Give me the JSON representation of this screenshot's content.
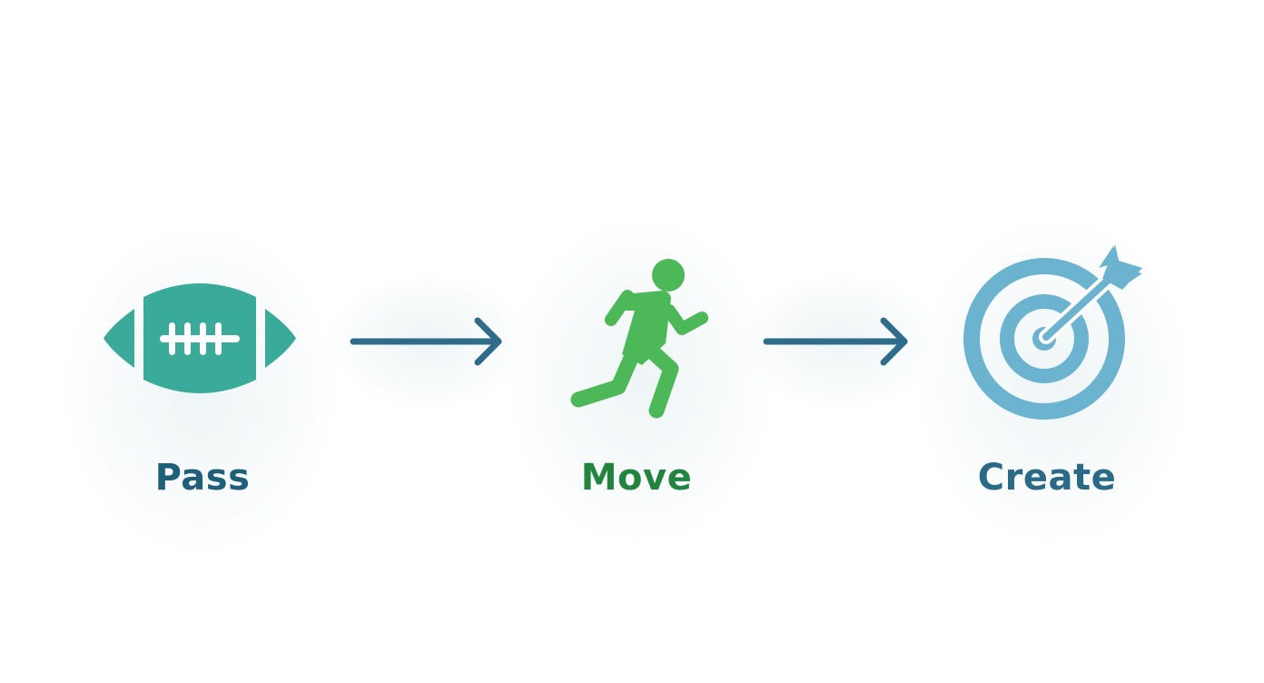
{
  "steps": [
    {
      "label": "Pass",
      "icon": "football-icon",
      "color": "#1F5F7A",
      "icon_color": "#3AAA9A"
    },
    {
      "label": "Move",
      "icon": "running-person-icon",
      "color": "#22843F",
      "icon_color": "#4DB857"
    },
    {
      "label": "Create",
      "icon": "target-arrow-icon",
      "color": "#2B6A86",
      "icon_color": "#6BB3CE"
    }
  ],
  "connectors": [
    {
      "icon": "arrow-right-icon",
      "color": "#2F6C8C"
    },
    {
      "icon": "arrow-right-icon",
      "color": "#2F6C8C"
    }
  ],
  "background": "#FFFFFF"
}
